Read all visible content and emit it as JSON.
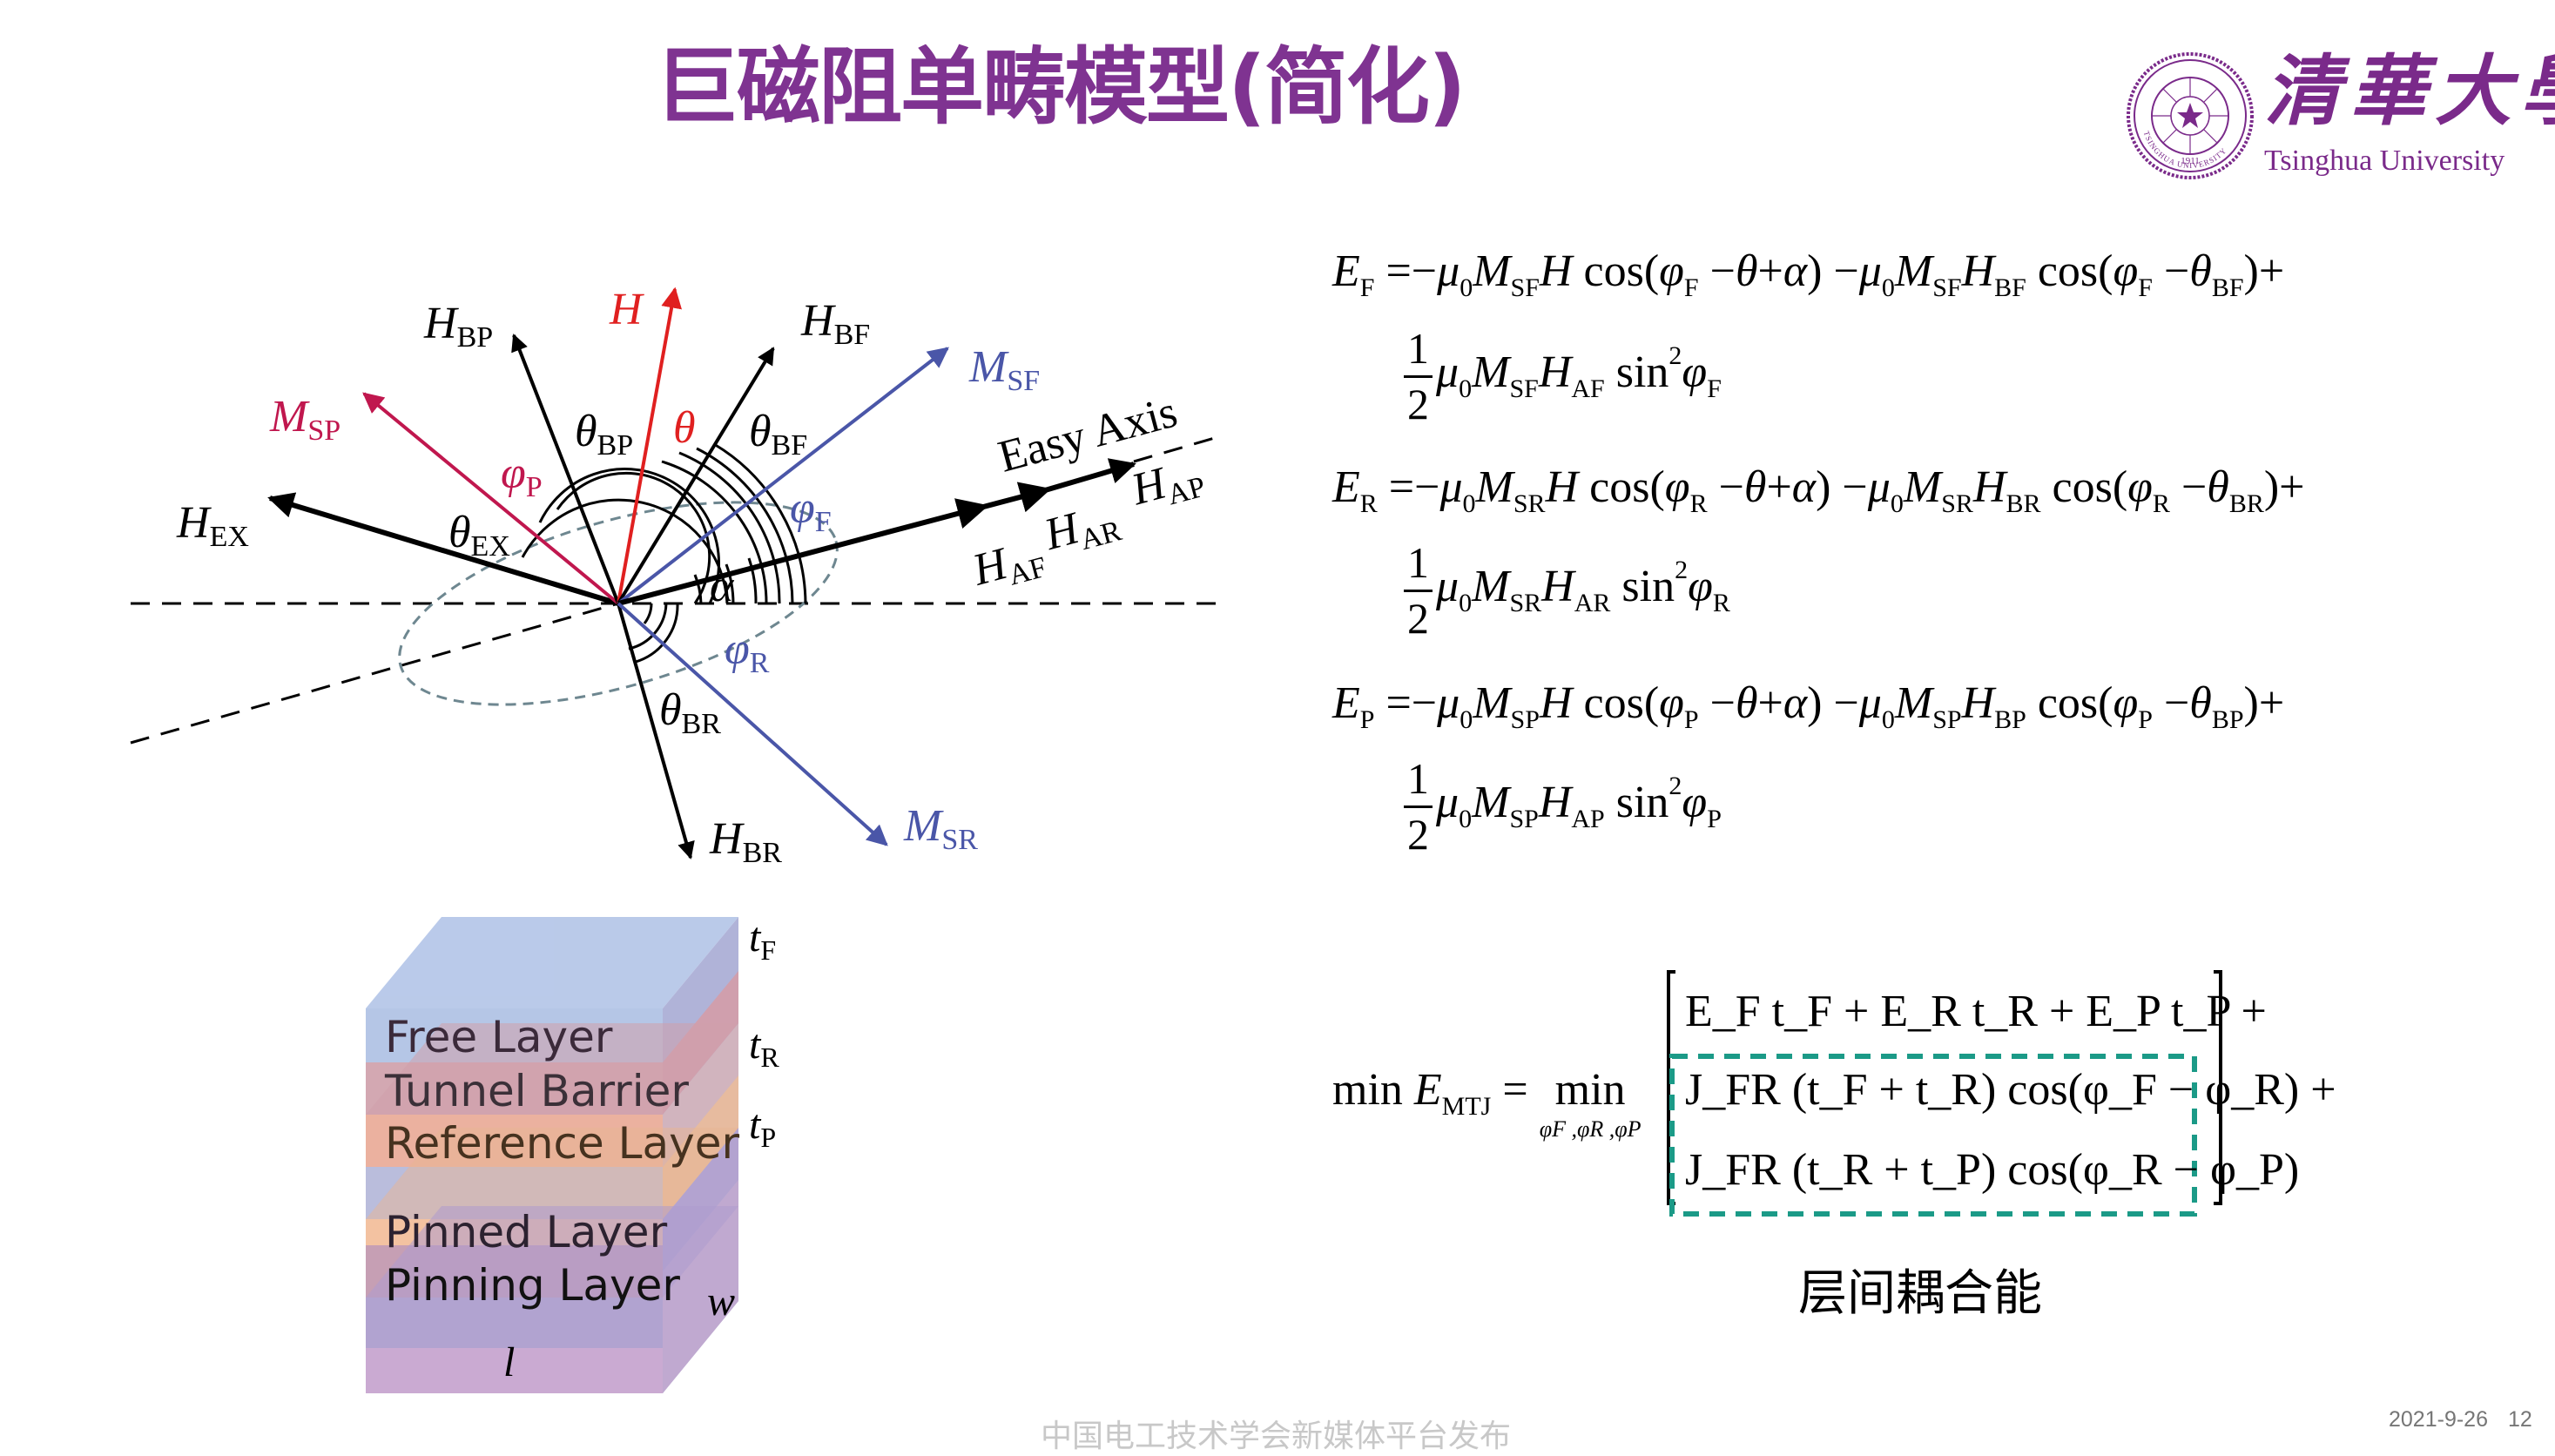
{
  "slide": {
    "title": "巨磁阻单畴模型(简化)",
    "title_color": "#7f3391",
    "logo": {
      "name_cn": "清華大學",
      "name_en": "Tsinghua University",
      "seal_year": "1911",
      "seal_ring_text": "TSINGHUA UNIVERSITY",
      "color": "#7a2a8a"
    }
  },
  "vector_diagram": {
    "colors": {
      "field_H": "#e02020",
      "free_layer": "#4a56a8",
      "pinned_layer": "#c0174e",
      "black": "#000000",
      "ellipse": "#6e8790"
    },
    "labels": {
      "H": "H",
      "H_BP": {
        "main": "H",
        "sub": "BP"
      },
      "H_BF": {
        "main": "H",
        "sub": "BF"
      },
      "M_SF": {
        "main": "M",
        "sub": "SF"
      },
      "M_SP": {
        "main": "M",
        "sub": "SP"
      },
      "H_EX": {
        "main": "H",
        "sub": "EX"
      },
      "theta_BP": {
        "main": "θ",
        "sub": "BP"
      },
      "theta": "θ",
      "theta_BF": {
        "main": "θ",
        "sub": "BF"
      },
      "phi_P": {
        "main": "φ",
        "sub": "P"
      },
      "phi_F": {
        "main": "φ",
        "sub": "F"
      },
      "theta_EX": {
        "main": "θ",
        "sub": "EX"
      },
      "alpha": "α",
      "phi_R": {
        "main": "φ",
        "sub": "R"
      },
      "theta_BR": {
        "main": "θ",
        "sub": "BR"
      },
      "H_BR": {
        "main": "H",
        "sub": "BR"
      },
      "M_SR": {
        "main": "M",
        "sub": "SR"
      },
      "easy_axis": "Easy Axis",
      "H_AF": {
        "main": "H",
        "sub": "AF"
      },
      "H_AR": {
        "main": "H",
        "sub": "AR"
      },
      "H_AP": {
        "main": "H",
        "sub": "AP"
      }
    }
  },
  "layer_stack": {
    "layers": [
      {
        "name": "Free Layer",
        "color": "#9fb4e0"
      },
      {
        "name": "Tunnel Barrier",
        "color": "#e69a86"
      },
      {
        "name": "Reference Layer",
        "color": "#9fb4e0"
      },
      {
        "name": "Pinned Layer",
        "color": "#9b8cc8"
      },
      {
        "name": "Pinning Layer",
        "color": "#c19ccb"
      }
    ],
    "dims": {
      "t_F": {
        "main": "t",
        "sub": "F"
      },
      "t_R": {
        "main": "t",
        "sub": "R"
      },
      "t_P": {
        "main": "t",
        "sub": "P"
      },
      "w": "w",
      "l": "l"
    }
  },
  "equations": {
    "E_F": {
      "lhs": "E",
      "lhs_sub": "F",
      "line1_tail": "(φ_F − θ + α) − μ0 M_SF H_BF cos(φ_F − θ_BF) +",
      "layer": "F",
      "M": "SF",
      "HB": "BF",
      "HA": "AF"
    },
    "E_R": {
      "lhs": "E",
      "lhs_sub": "R",
      "layer": "R",
      "M": "SR",
      "HB": "BR",
      "HA": "AR"
    },
    "E_P": {
      "lhs": "E",
      "lhs_sub": "P",
      "layer": "P",
      "M": "SP",
      "HB": "BP",
      "HA": "AP"
    },
    "common": {
      "eq": "=",
      "minus": "−",
      "plus": "+",
      "mu": "μ",
      "zero": "0",
      "M": "M",
      "H": "H",
      "cos": "cos",
      "sin": "sin",
      "sq": "2",
      "phi": "φ",
      "theta": "θ",
      "alpha": "α",
      "lp": "(",
      "rp": ")",
      "one": "1",
      "two": "2"
    },
    "min_energy": {
      "lhs_min": "min",
      "lhs_E": "E",
      "lhs_sub": "MTJ",
      "rhs_min": "min",
      "rhs_min_under": "φF ,φR ,φP",
      "row1": "E_F t_F + E_R t_R + E_P t_P +",
      "row2": "J_FR (t_F + t_R) cos(φ_F − φ_R) +",
      "row3": "J_FR (t_R + t_P) cos(φ_R − φ_P)",
      "coupling_box_color": "#1b9a87",
      "coupling_label": "层间耦合能"
    }
  },
  "footer": {
    "source": "中国电工技术学会新媒体平台发布",
    "date": "2021-9-26",
    "page": "12"
  }
}
